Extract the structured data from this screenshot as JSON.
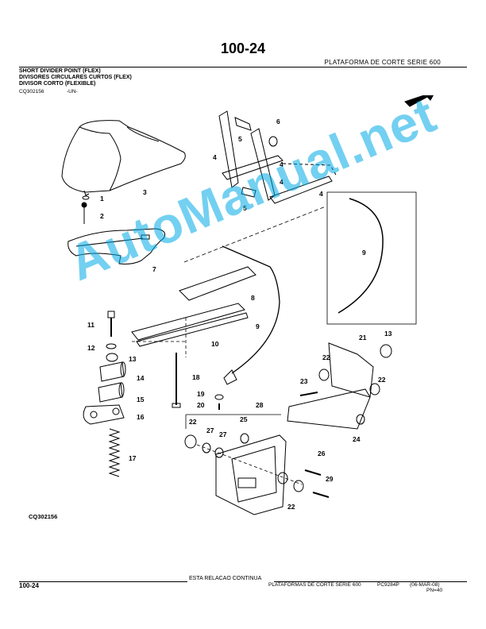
{
  "header": {
    "page_number": "100-24",
    "series_title": "PLATAFORMA DE CORTE SERIE 600"
  },
  "titles": {
    "en": "SHORT DIVIDER POINT (FLEX)",
    "pt": "DIVISORES CIRCULARES CURTOS (FLEX)",
    "es": "DIVISOR CORTO (FLEXIBLE)"
  },
  "figure": {
    "id": "CQ302156",
    "un": "-UN-",
    "id_bottom": "CQ302156",
    "callouts": [
      "1",
      "2",
      "3",
      "4",
      "4",
      "4",
      "4",
      "5",
      "5",
      "6",
      "7",
      "8",
      "9",
      "9",
      "10",
      "11",
      "12",
      "13",
      "13",
      "14",
      "15",
      "16",
      "17",
      "18",
      "19",
      "20",
      "21",
      "22",
      "22",
      "22",
      "22",
      "23",
      "24",
      "25",
      "26",
      "27",
      "27",
      "28",
      "29"
    ]
  },
  "watermark": "AutoManual.net",
  "footer": {
    "continues": "ESTA RELACAO CONTINUA",
    "page_number": "100-24",
    "series": "PLATAFORMAS DE CORTE SERIE 600",
    "code": "PC9284P",
    "date": "(06-MAR-08)",
    "pn": "PN=40"
  }
}
